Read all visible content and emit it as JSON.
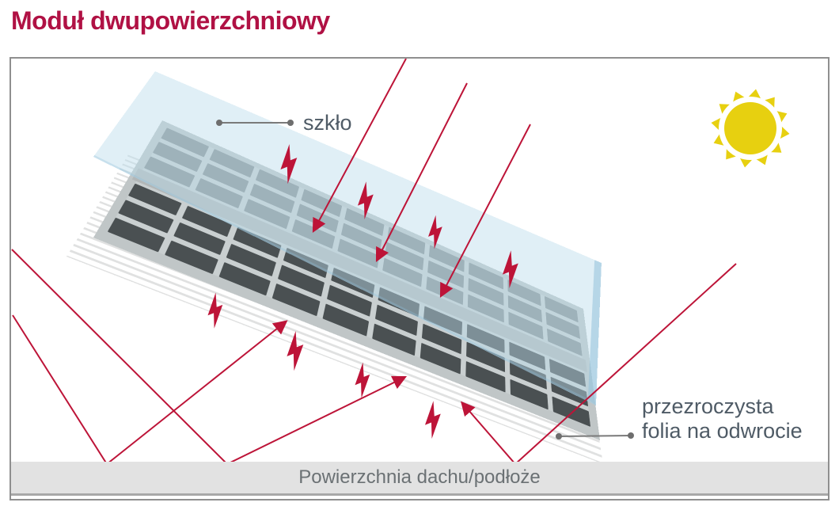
{
  "title": "Moduł dwupowierzchniowy",
  "diagram": {
    "glass_label": "szkło",
    "backsheet_label_line1": "przezroczysta",
    "backsheet_label_line2": "folia na odwrocie",
    "ground_label": "Powierzchnia dachu/podłoże"
  },
  "icons": {
    "sun": "sun-icon",
    "bolt": "lightning-bolt-icon",
    "ray": "light-ray-arrow"
  },
  "module": {
    "front_layer": "glass",
    "middle_layer": "solar cells",
    "back_layer": "transparent backsheet foil",
    "light_cell_rows": 3,
    "dark_cell_rows": 3,
    "cell_columns": 10
  },
  "colors": {
    "title": "#b01144",
    "accent": "#bd1438",
    "sun": "#e7d010",
    "glass": "#badbeb",
    "cell_light": "#878f92",
    "cell_dark": "#4a5052",
    "frame": "#c0c6c7",
    "label_text": "#4f5b66",
    "ground_bar": "#e2e2e2",
    "ground_text": "#6b7174",
    "border": "#8f8f8f",
    "leader": "#7a7a7a"
  }
}
